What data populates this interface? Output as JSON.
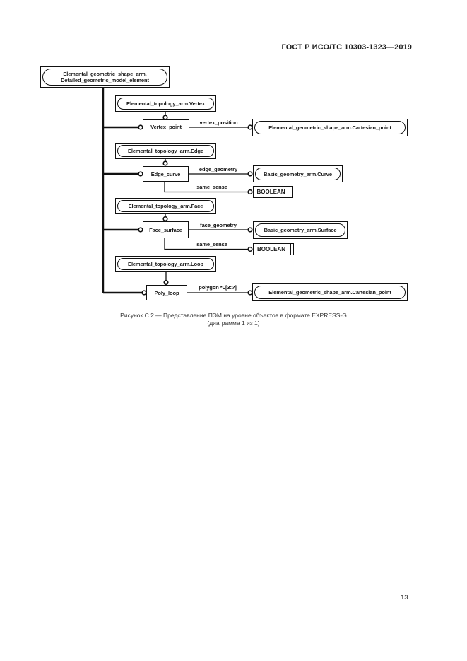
{
  "header": {
    "title": "ГОСТ Р ИСО/ТС 10303-1323—2019"
  },
  "diagram": {
    "root_entity": {
      "line1": "Elemental_geometric_shape_arm.",
      "line2": "Detailed_geometric_model_element"
    },
    "rows": [
      {
        "supertype": "Elemental_topology_arm.Vertex",
        "entity": "Vertex_point"
      },
      {
        "supertype": "Elemental_topology_arm.Edge",
        "entity": "Edge_curve"
      },
      {
        "supertype": "Elemental_topology_arm.Face",
        "entity": "Face_surface"
      },
      {
        "supertype": "Elemental_topology_arm.Loop",
        "entity": "Poly_loop"
      }
    ],
    "attributes": [
      {
        "label": "vertex_position",
        "target": "Elemental_geometric_shape_arm.Cartesian_point"
      },
      {
        "label": "edge_geometry",
        "target": "Basic_geometry_arm.Curve"
      },
      {
        "label": "same_sense",
        "target": "BOOLEAN"
      },
      {
        "label": "face_geometry",
        "target": "Basic_geometry_arm.Surface"
      },
      {
        "label": "same_sense",
        "target": "BOOLEAN"
      },
      {
        "label": "polygon *L[3:?]",
        "target": "Elemental_geometric_shape_arm.Cartesian_point"
      }
    ]
  },
  "caption": {
    "line1": "Рисунок С.2 — Представление ПЭМ на уровне объектов в формате EXPRESS-G",
    "line2": "(диаграмма 1 из 1)"
  },
  "footer": {
    "page_number": "13"
  }
}
